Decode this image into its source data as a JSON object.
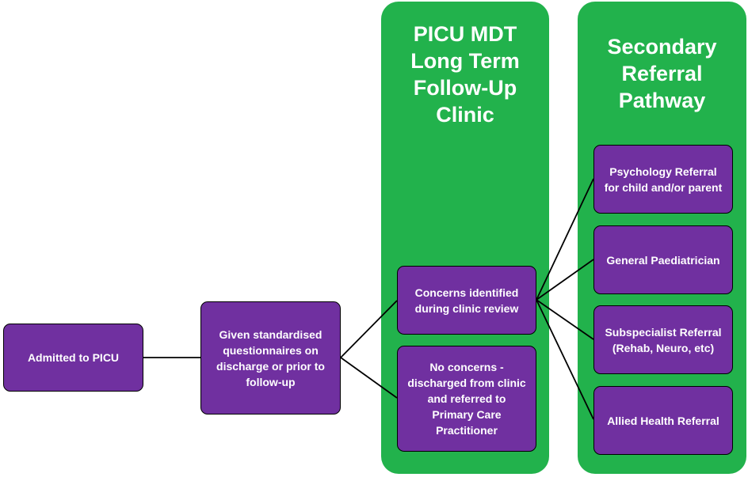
{
  "colors": {
    "panel": "#22b24c",
    "box": "#7030a0",
    "line": "#000000"
  },
  "panels": {
    "clinic_title": "PICU MDT\nLong Term\nFollow-Up\nClinic",
    "secondary_title": "Secondary\nReferral\nPathway"
  },
  "nodes": {
    "admitted": "Admitted to PICU",
    "questionnaires": "Given standardised\nquestionnaires on\ndischarge or prior to\nfollow-up",
    "concerns": "Concerns identified\nduring clinic review",
    "no_concerns": "No concerns -\ndischarged from clinic\nand referred to\nPrimary Care\nPractitioner",
    "psychology": "Psychology Referral\nfor child and/or parent",
    "paediatrician": "General Paediatrician",
    "subspecialist": "Subspecialist Referral\n(Rehab, Neuro, etc)",
    "allied": "Allied Health Referral"
  }
}
